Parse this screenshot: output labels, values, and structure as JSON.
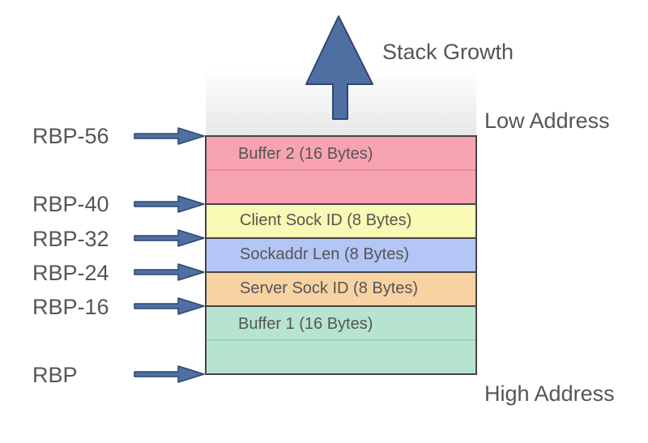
{
  "diagram": {
    "stack_growth_label": "Stack Growth",
    "low_address_label": "Low Address",
    "high_address_label": "High Address",
    "registers": [
      {
        "label": "RBP-56"
      },
      {
        "label": "RBP-40"
      },
      {
        "label": "RBP-32"
      },
      {
        "label": "RBP-24"
      },
      {
        "label": "RBP-16"
      },
      {
        "label": "RBP"
      }
    ],
    "blocks": [
      {
        "label": "Buffer 2 (16 Bytes)",
        "fill": "#f7a3b0"
      },
      {
        "label": "Client Sock ID (8 Bytes)",
        "fill": "#f7f9b4"
      },
      {
        "label": "Sockaddr Len (8 Bytes)",
        "fill": "#b3c6f5"
      },
      {
        "label": "Server Sock ID (8 Bytes)",
        "fill": "#f9d2a3"
      },
      {
        "label": "Buffer 1 (16 Bytes)",
        "fill": "#b6e4cf"
      }
    ],
    "colors": {
      "arrow_fill": "#4f6fa3",
      "arrow_stroke": "#2f4770",
      "border": "#444444",
      "text": "#555555"
    }
  }
}
